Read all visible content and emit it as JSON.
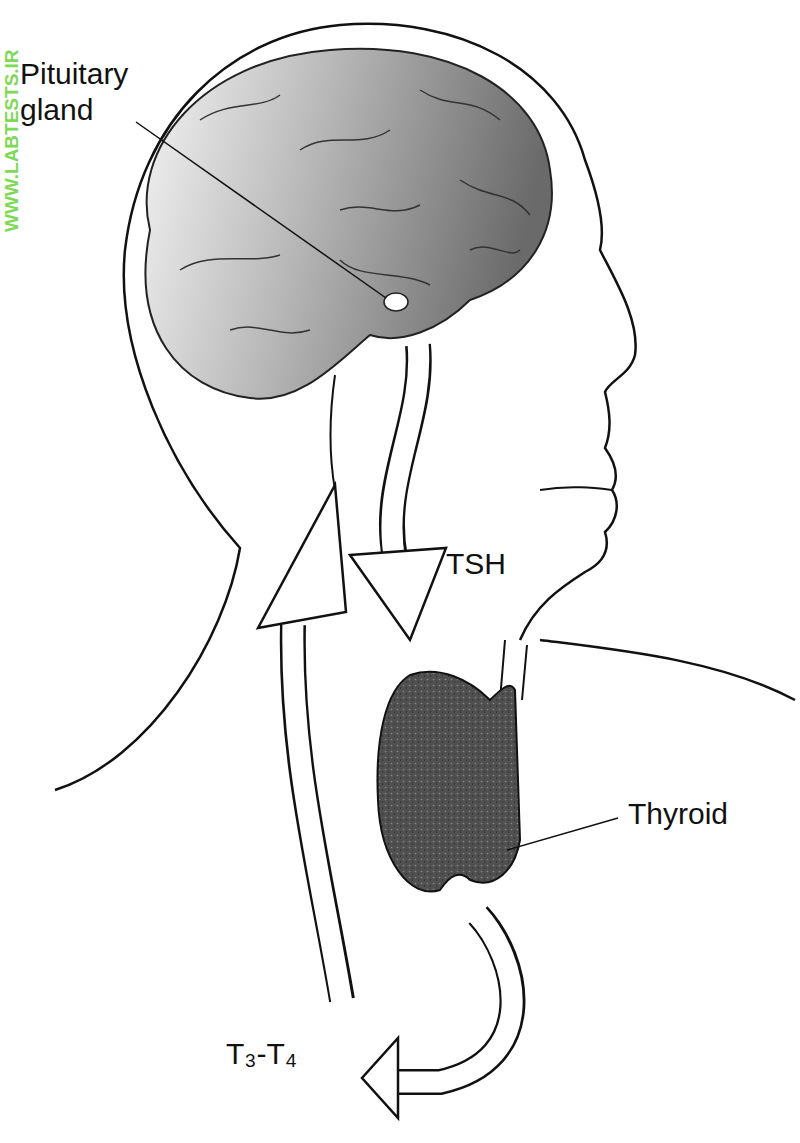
{
  "diagram": {
    "labels": [
      "WWW.LABTESTS.IR",
      "Pituitary gland",
      "TSH",
      "Thyroid",
      "T₃-T₄"
    ]
  }
}
